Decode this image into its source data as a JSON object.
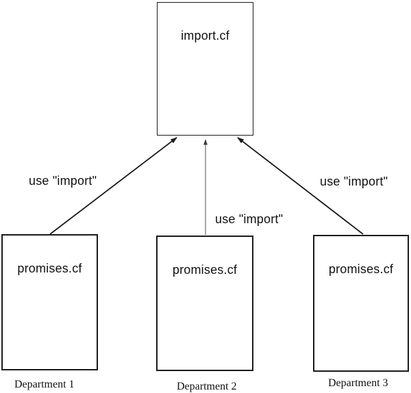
{
  "colors": {
    "background": "#ffffff",
    "line": "#1a1a1a",
    "middle_arrow_line": "#8a8a8a",
    "arrowhead": "#1a1a1a",
    "middle_arrowhead": "#3a3a3a",
    "text": "#111111"
  },
  "top_node": {
    "label": "import.cf"
  },
  "departments": [
    {
      "file_label": "promises.cf",
      "caption": "Department 1",
      "edge_label": "use \"import\""
    },
    {
      "file_label": "promises.cf",
      "caption": "Department 2",
      "edge_label": "use \"import\""
    },
    {
      "file_label": "promises.cf",
      "caption": "Department 3",
      "edge_label": "use \"import\""
    }
  ],
  "arrows": [
    {
      "name": "dept1-to-import"
    },
    {
      "name": "dept2-to-import"
    },
    {
      "name": "dept3-to-import"
    }
  ]
}
